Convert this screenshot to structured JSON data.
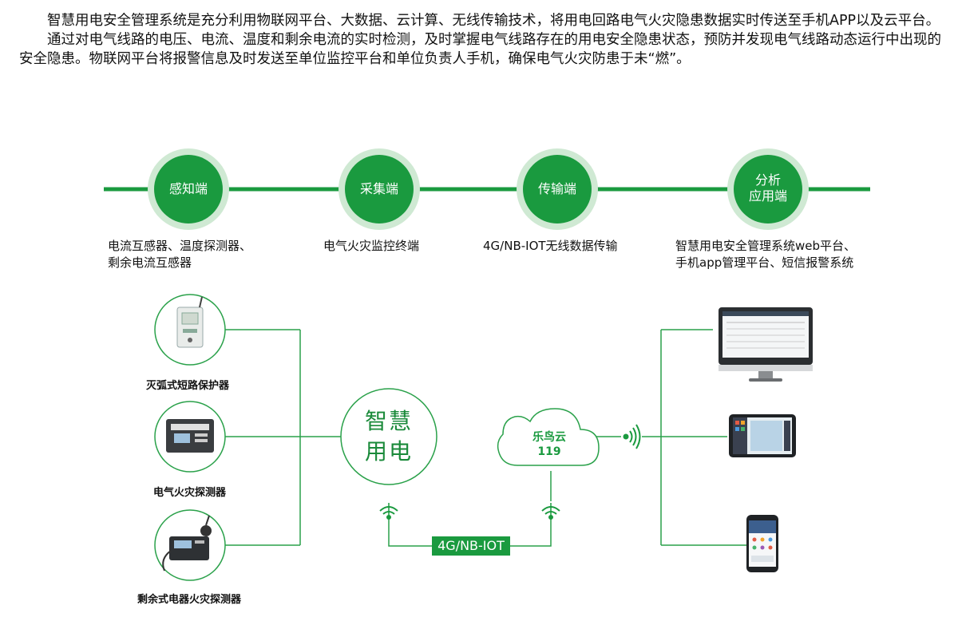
{
  "intro": {
    "paragraph1": "智慧用电安全管理系统是充分利用物联网平台、大数据、云计算、无线传输技术，将用电回路电气火灾隐患数据实时传送至手机APP以及云平台。",
    "paragraph2": "通过对电气线路的电压、电流、温度和剩余电流的实时检测，及时掌握电气线路存在的用电安全隐患状态，预防并发现电气线路动态运行中出现的安全隐患。物联网平台将报警信息及时发送至单位监控平台和单位负责人手机，确保电气火灾防患于未“燃”。"
  },
  "stages": [
    {
      "label": "感知端",
      "desc_line1": "电流互感器、温度探测器、",
      "desc_line2": "剩余电流互感器"
    },
    {
      "label": "采集端",
      "desc_line1": "电气火灾监控终端",
      "desc_line2": ""
    },
    {
      "label": "传输端",
      "desc_line1": "4G/NB-IOT无线数据传输",
      "desc_line2": ""
    },
    {
      "label_line1": "分析",
      "label_line2": "应用端",
      "desc_line1": "智慧用电安全管理系统web平台、",
      "desc_line2": "手机app管理平台、短信报警系统"
    }
  ],
  "devices": [
    {
      "label": "灭弧式短路保护器",
      "icon": "arc-protector-device-icon"
    },
    {
      "label": "电气火灾探测器",
      "icon": "fire-detector-device-icon"
    },
    {
      "label": "剩余式电器火灾探测器",
      "icon": "residual-detector-device-icon"
    }
  ],
  "hub": {
    "line1": "智慧",
    "line2": "用电"
  },
  "cloud": {
    "name": "乐鸟云",
    "number": "119"
  },
  "network_label": "4G/NB-IOT",
  "terminals": [
    "desktop-monitor-icon",
    "tablet-icon",
    "smartphone-icon"
  ],
  "colors": {
    "accent": "#1a9a3f",
    "accent_light": "#cfe9d3",
    "line": "#2aa14a"
  }
}
